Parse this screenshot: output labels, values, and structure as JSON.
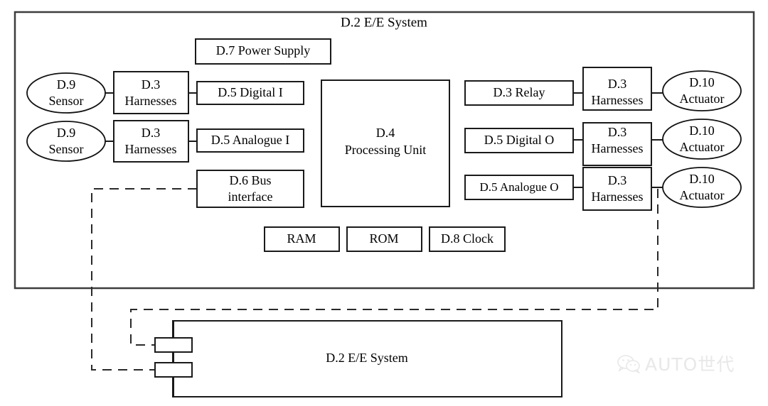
{
  "diagram": {
    "title": "D.2 E/E System",
    "outer_system_label": "D.2 E/E System",
    "bottom_system_label": "D.2 E/E System",
    "nodes": {
      "power_supply": "D.7 Power Supply",
      "sensor_1": {
        "line1": "D.9",
        "line2": "Sensor"
      },
      "sensor_2": {
        "line1": "D.9",
        "line2": "Sensor"
      },
      "harness_in_1": {
        "line1": "D.3",
        "line2": "Harnesses"
      },
      "harness_in_2": {
        "line1": "D.3",
        "line2": "Harnesses"
      },
      "digital_in": "D.5 Digital I",
      "analogue_in": "D.5 Analogue I",
      "bus_interface": {
        "line1": "D.6 Bus",
        "line2": "interface"
      },
      "processing_unit": {
        "line1": "D.4",
        "line2": "Processing Unit"
      },
      "relay": "D.3 Relay",
      "digital_out": "D.5 Digital O",
      "analogue_out": "D.5 Analogue O",
      "harness_out_1": {
        "line1": "D.3",
        "line2": "Harnesses"
      },
      "harness_out_2": {
        "line1": "D.3",
        "line2": "Harnesses"
      },
      "harness_out_3": {
        "line1": "D.3",
        "line2": "Harnesses"
      },
      "actuator_1": {
        "line1": "D.10",
        "line2": "Actuator"
      },
      "actuator_2": {
        "line1": "D.10",
        "line2": "Actuator"
      },
      "actuator_3": {
        "line1": "D.10",
        "line2": "Actuator"
      },
      "ram": "RAM",
      "rom": "ROM",
      "clock": "D.8 Clock"
    },
    "colors": {
      "stroke": "#1a1a1a",
      "outer_stroke": "#3d3d3d",
      "background": "#ffffff",
      "watermark": "#e8e8e8"
    }
  },
  "watermark": {
    "text": "AUTO世代",
    "icon": "wechat-icon"
  }
}
